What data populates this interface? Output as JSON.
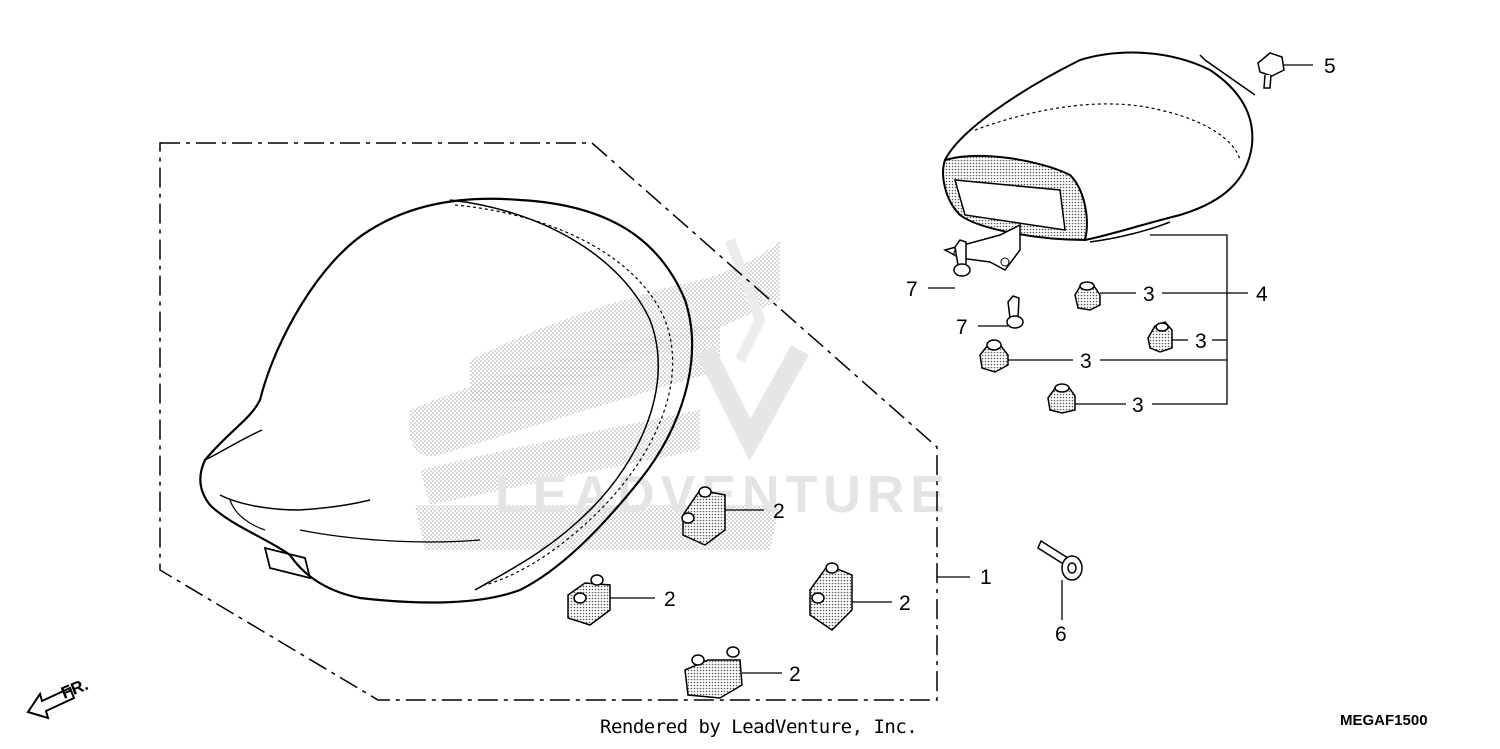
{
  "callouts": {
    "c1": "1",
    "c2a": "2",
    "c2b": "2",
    "c2c": "2",
    "c2d": "2",
    "c3a": "3",
    "c3b": "3",
    "c3c": "3",
    "c3d": "3",
    "c4": "4",
    "c5": "5",
    "c6": "6",
    "c7a": "7",
    "c7b": "7"
  },
  "direction_label": "FR.",
  "watermark_text": "LEADVENTURE",
  "footer": {
    "credit": "Rendered by LeadVenture, Inc.",
    "code": "MEGAF1500"
  },
  "colors": {
    "line": "#000000",
    "watermark": "#e4e4e4",
    "stipple": "#bdbdbd"
  }
}
